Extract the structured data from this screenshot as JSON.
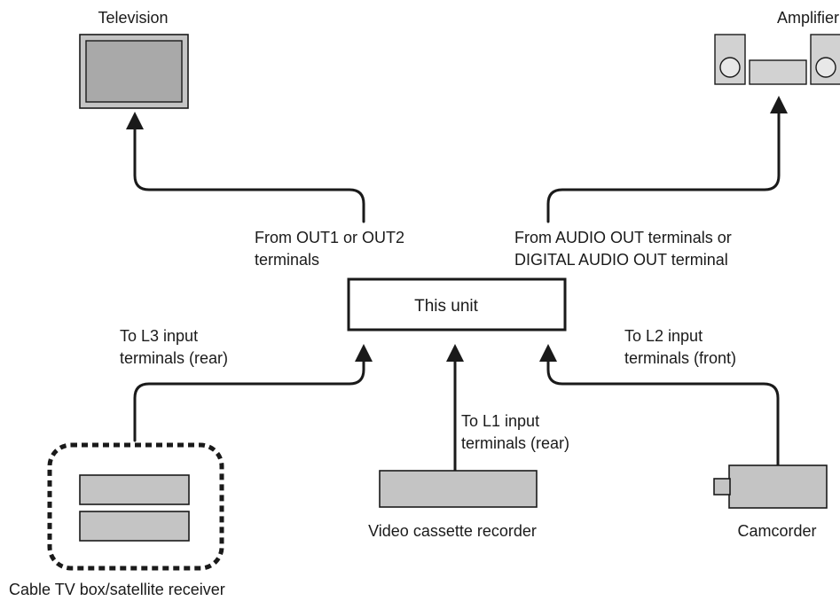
{
  "devices": {
    "television": "Television",
    "amplifier": "Amplifier",
    "this_unit": "This unit",
    "cable_box": "Cable TV box/satellite receiver",
    "vcr": "Video cassette recorder",
    "camcorder": "Camcorder"
  },
  "connections": {
    "tv_line1": "From OUT1 or OUT2",
    "tv_line2": "terminals",
    "amp_line1": "From AUDIO OUT terminals or",
    "amp_line2": "DIGITAL AUDIO OUT terminal",
    "l3_line1": "To L3 input",
    "l3_line2": "terminals (rear)",
    "l1_line1": "To L1 input",
    "l1_line2": "terminals (rear)",
    "l2_line1": "To L2 input",
    "l2_line2": "terminals (front)"
  },
  "colors": {
    "device_fill": "#c4c4c4",
    "line": "#1a1a1a"
  }
}
